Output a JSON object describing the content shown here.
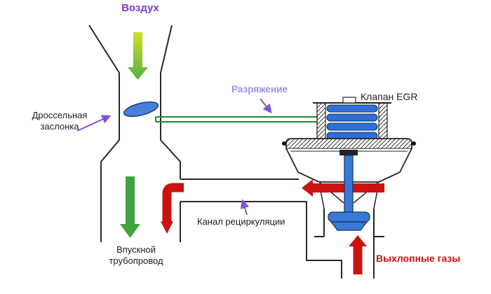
{
  "diagram": {
    "labels": {
      "air": "Воздух",
      "throttle": [
        "Дроссельная",
        "заслонка"
      ],
      "vacuum": "Разряжение",
      "egr_valve": "Клапан EGR",
      "recirculation_channel": "Канал рециркуляции",
      "intake_manifold": [
        "Впускной",
        "трубопровод"
      ],
      "exhaust_gases": "Выхлопные газы"
    },
    "colors": {
      "air_label": "#7a3bd6",
      "vacuum_label": "#9494dc",
      "exhaust_label": "#cc1111",
      "flow_red": "#cc1111",
      "flow_green": "#3fa33f",
      "flow_yellow_green": "#c9d92f",
      "vacuum_line_green": "#1f8a35",
      "valve_blue": "#3a78d8",
      "pointer_purple": "#7d55d8",
      "outline_black": "#2a2a2a"
    }
  }
}
